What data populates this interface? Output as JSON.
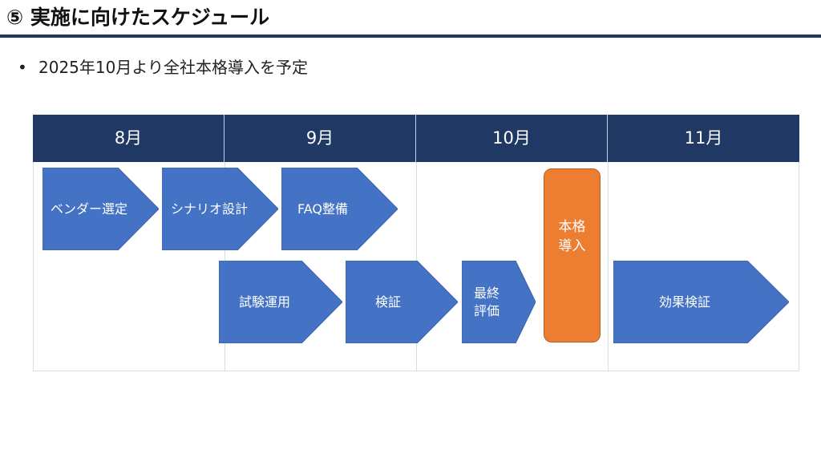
{
  "header": {
    "title": "⑤ 実施に向けたスケジュール",
    "bullet": "2025年10月より全社本格導入を予定"
  },
  "colors": {
    "header_fill": "#1f3864",
    "task_fill": "#4472c4",
    "milestone_fill": "#ed7d31"
  },
  "schedule": {
    "months": [
      "8月",
      "9月",
      "10月",
      "11月"
    ],
    "tasks": [
      {
        "label": "ベンダー選定"
      },
      {
        "label": "シナリオ設計"
      },
      {
        "label": "FAQ整備"
      },
      {
        "label": "試験運用"
      },
      {
        "label": "検証"
      },
      {
        "label": "最終\n評価"
      },
      {
        "label": "効果検証"
      }
    ],
    "milestone": {
      "label": "本格\n導入"
    }
  }
}
